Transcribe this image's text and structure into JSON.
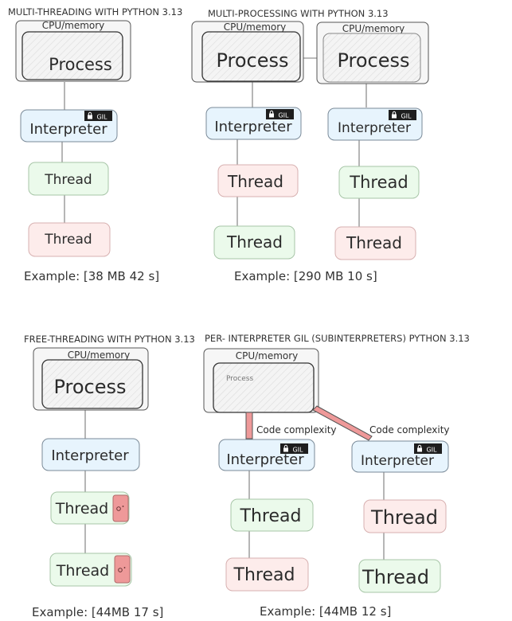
{
  "colors": {
    "interpreter_fill": "#e7f4fd",
    "thread_green": "#ebfaeb",
    "thread_pink": "#fdeceb",
    "gil_badge": "#1e1e1e",
    "lock_fill": "#ee9999",
    "box_stroke": "#444444"
  },
  "gil_label": "GIL",
  "sections": {
    "mt": {
      "title": "MULTI-THREADING WITH PYTHON 3.13",
      "cpu": "CPU/memory",
      "process": "Process",
      "interpreter": "Interpreter",
      "thread1": "Thread",
      "thread2": "Thread",
      "example": "Example: [38 MB 42 s]"
    },
    "mp": {
      "title": "MULTI-PROCESSING WITH PYTHON 3.13",
      "cpu_a": "CPU/memory",
      "cpu_b": "CPU/memory",
      "process_a": "Process",
      "process_b": "Process",
      "interpreter_a": "Interpreter",
      "interpreter_b": "Interpreter",
      "thread_a1": "Thread",
      "thread_a2": "Thread",
      "thread_b1": "Thread",
      "thread_b2": "Thread",
      "example": "Example: [290 MB 10 s]"
    },
    "ft": {
      "title": "FREE-THREADING WITH PYTHON 3.13",
      "cpu": "CPU/memory",
      "process": "Process",
      "interpreter": "Interpreter",
      "thread1": "Thread",
      "thread2": "Thread",
      "example": "Example: [44MB 17 s]"
    },
    "sub": {
      "title": "PER- INTERPRETER GIL (SUBINTERPRETERS) PYTHON 3.13",
      "cpu": "CPU/memory",
      "process": "Process",
      "complexity_a": "Code complexity",
      "complexity_b": "Code complexity",
      "interpreter_a": "Interpreter",
      "interpreter_b": "Interpreter",
      "thread_a1": "Thread",
      "thread_a2": "Thread",
      "thread_b1": "Thread",
      "thread_b2": "Thread",
      "example": "Example: [44MB 12 s]"
    }
  }
}
